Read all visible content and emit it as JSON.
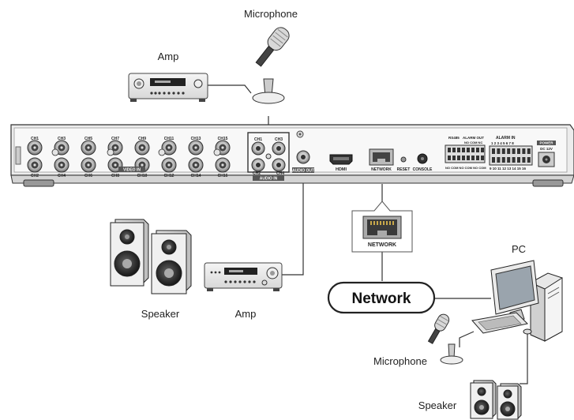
{
  "labels": {
    "microphone_top": "Microphone",
    "amp_top": "Amp",
    "speaker_left": "Speaker",
    "amp_bottom": "Amp",
    "network_bubble": "Network",
    "pc": "PC",
    "microphone_bottom": "Microphone",
    "speaker_bottom": "Speaker"
  },
  "panel": {
    "ch_top": [
      "CH1",
      "CH3",
      "CH5",
      "CH7",
      "CH9",
      "CH11",
      "CH13",
      "CH15"
    ],
    "ch_bottom": [
      "CH2",
      "CH4",
      "CH6",
      "CH8",
      "CH10",
      "CH12",
      "CH14",
      "CH16"
    ],
    "video_in": "VIDEO IN",
    "audio_ch": [
      "CH1",
      "CH3",
      "CH2",
      "CH4"
    ],
    "audio_in": "AUDIO IN",
    "audio_out": "AUDIO OUT",
    "hdmi": "HDMI",
    "network": "NETWORK",
    "reset": "RESET",
    "console": "CONSOLE",
    "alarm_in": "ALARM IN",
    "alarm_out": "ALARM OUT",
    "alarm_in_top_nums": "1 2 3 4 5 6 7 8",
    "alarm_in_bottom_nums": "9 10 11 12 13 14 15 16",
    "alarm_left": "RS485",
    "alarm_sub": "NO COM NC",
    "alarm_bottom_left": "NO COM NO COM NO COM",
    "power": "POWER",
    "power_sub": "DC 12V"
  },
  "zoom_port": {
    "label": "NETWORK"
  }
}
